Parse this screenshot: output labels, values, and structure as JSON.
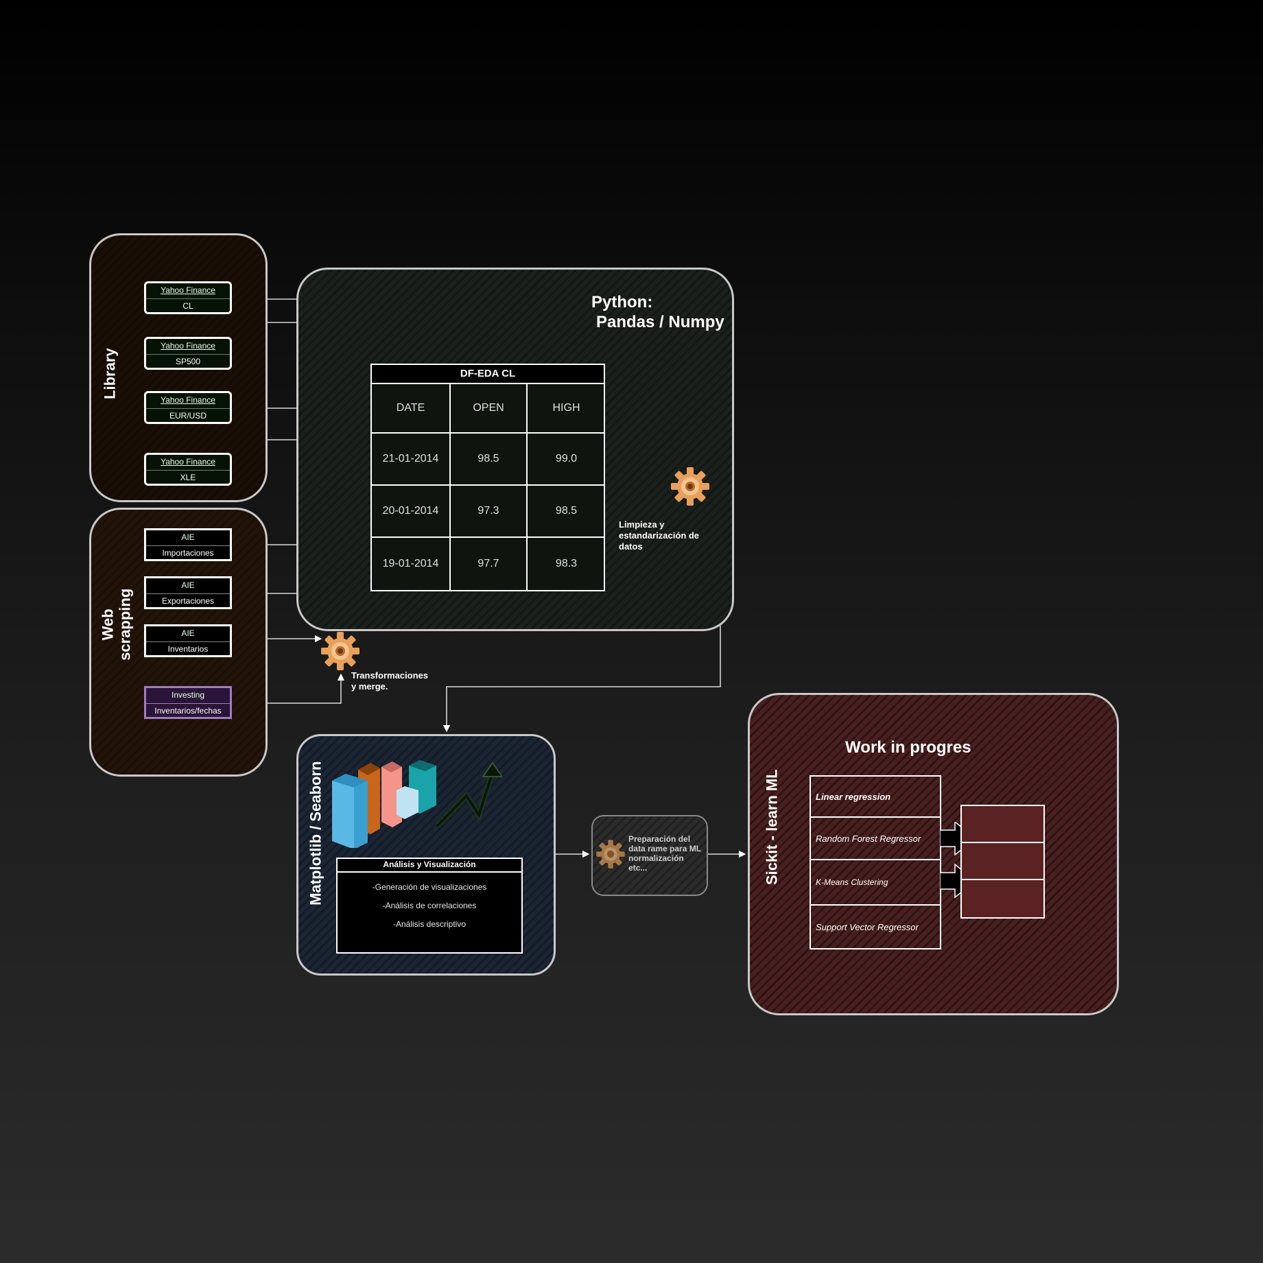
{
  "library": {
    "title": "Library",
    "sources": [
      {
        "name": "Yahoo Finance",
        "ticker": "CL"
      },
      {
        "name": "Yahoo Finance",
        "ticker": "SP500"
      },
      {
        "name": "Yahoo Finance",
        "ticker": "EUR/USD"
      },
      {
        "name": "Yahoo Finance",
        "ticker": "XLE"
      }
    ]
  },
  "web_scrapping": {
    "title_line1": "Web",
    "title_line2": "scrapping",
    "sources": [
      {
        "name": "AIE",
        "dataset": "Importaciones"
      },
      {
        "name": "AIE",
        "dataset": "Exportaciones"
      },
      {
        "name": "AIE",
        "dataset": "Inventarios"
      },
      {
        "name": "Investing",
        "dataset": "Inventarios/fechas"
      }
    ]
  },
  "transform": {
    "caption_line1": "Transformaciones",
    "caption_line2": "y merge."
  },
  "python": {
    "title_line1": "Python:",
    "title_line2": "Pandas / Numpy",
    "table": {
      "title": "DF-EDA CL",
      "headers": [
        "DATE",
        "OPEN",
        "HIGH"
      ],
      "rows": [
        [
          "21-01-2014",
          "98.5",
          "99.0"
        ],
        [
          "20-01-2014",
          "97.3",
          "98.5"
        ],
        [
          "19-01-2014",
          "97.7",
          "98.3"
        ]
      ]
    },
    "cleaning": {
      "line1": "Limpieza y",
      "line2": "estandarización de",
      "line3": "datos"
    }
  },
  "matplotlib": {
    "title": "Matplotlib / Seaborn",
    "box_title": "Análisis y Visualización",
    "items": [
      "-Generación de visualizaciones",
      "-Análisis de correlaciones",
      "-Análisis descriptivo"
    ]
  },
  "preparation": {
    "line1": "Preparación del",
    "line2": "data rame para ML",
    "line3": "normalización",
    "line4": "etc..."
  },
  "ml": {
    "title": "Sickit - learn  ML",
    "header": "Work in progres",
    "models": [
      "Linear regression",
      "Random Forest Regressor",
      "K-Means Clustering",
      "Support Vector Regressor"
    ]
  },
  "colors": {
    "library_panel": "#1a0f06",
    "web_panel": "#231409",
    "python_panel": "#1a201c",
    "matplot_panel": "#1c2533",
    "ml_panel": "#4a1f1f",
    "investing_border": "#a07bc4"
  }
}
